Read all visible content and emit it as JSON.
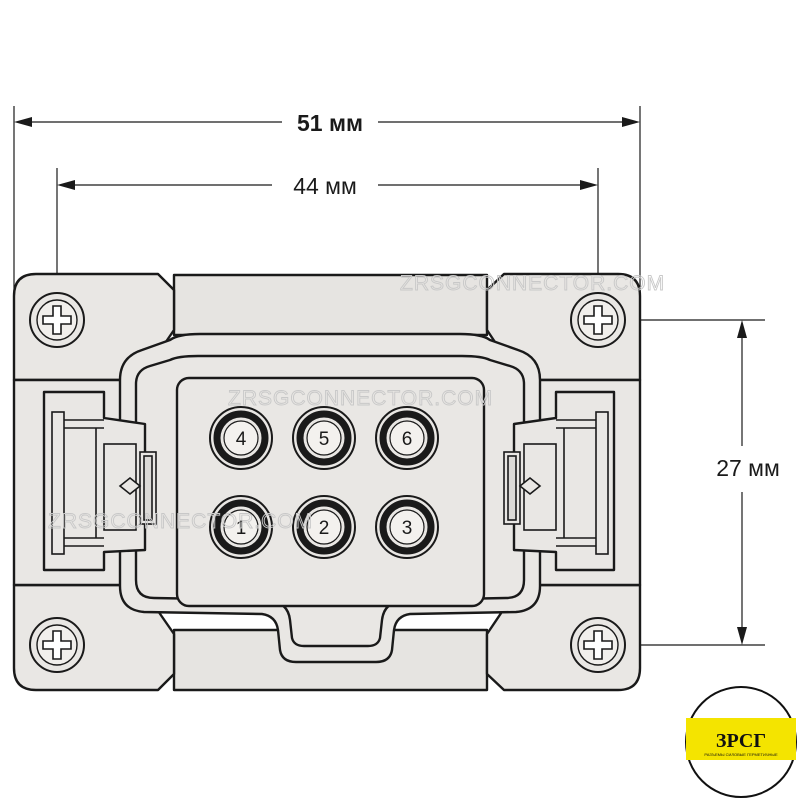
{
  "dimensions": {
    "width_outer": "51 мм",
    "width_inner": "44 мм",
    "height_mount": "27 мм"
  },
  "pins": [
    {
      "label": "4"
    },
    {
      "label": "5"
    },
    {
      "label": "6"
    },
    {
      "label": "1"
    },
    {
      "label": "2"
    },
    {
      "label": "3"
    }
  ],
  "watermark": "ZRSGCONNECTOR.COM",
  "logo": {
    "title": "ЗРСГ",
    "subtitle": "РАЗЪЕМЫ СИЛОВЫЕ ГЕРМЕТИЧНЫЕ"
  },
  "colors": {
    "body_fill": "#e9e7e4",
    "outline": "#1a1a1a",
    "logo_yellow": "#f4e400"
  }
}
